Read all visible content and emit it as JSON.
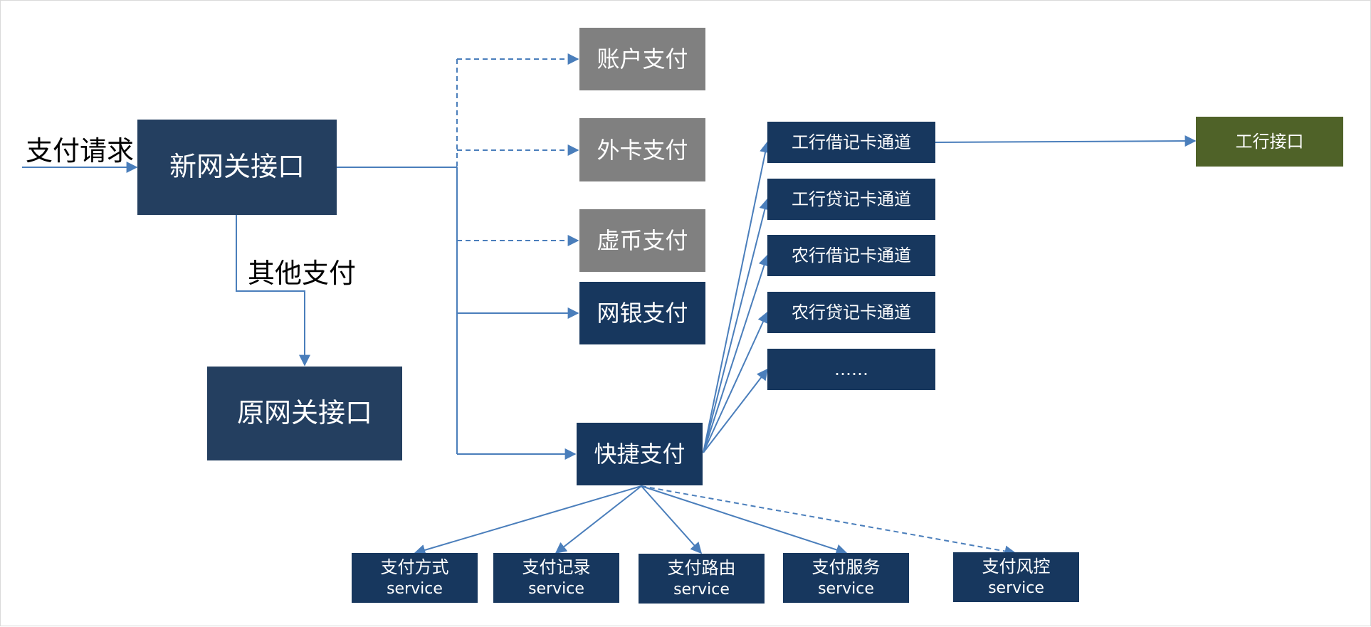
{
  "labels": {
    "pay_request": "支付请求",
    "other_pay": "其他支付"
  },
  "nodes": {
    "new_gateway": "新网关接口",
    "old_gateway": "原网关接口",
    "account_pay": "账户支付",
    "foreign_card_pay": "外卡支付",
    "virtual_currency_pay": "虚币支付",
    "online_bank_pay": "网银支付",
    "quick_pay": "快捷支付",
    "icbc_debit": "工行借记卡通道",
    "icbc_credit": "工行贷记卡通道",
    "abc_debit": "农行借记卡通道",
    "abc_credit": "农行贷记卡通道",
    "more_channels": "……",
    "icbc_interface": "工行接口"
  },
  "services": [
    {
      "name": "支付方式",
      "suffix": "service"
    },
    {
      "name": "支付记录",
      "suffix": "service"
    },
    {
      "name": "支付路由",
      "suffix": "service"
    },
    {
      "name": "支付服务",
      "suffix": "service"
    },
    {
      "name": "支付风控",
      "suffix": "service"
    }
  ],
  "colors": {
    "navy": "#243F60",
    "navy_dark": "#17375E",
    "grey": "#808080",
    "green": "#4F6228",
    "connector": "#4A7EBB"
  }
}
